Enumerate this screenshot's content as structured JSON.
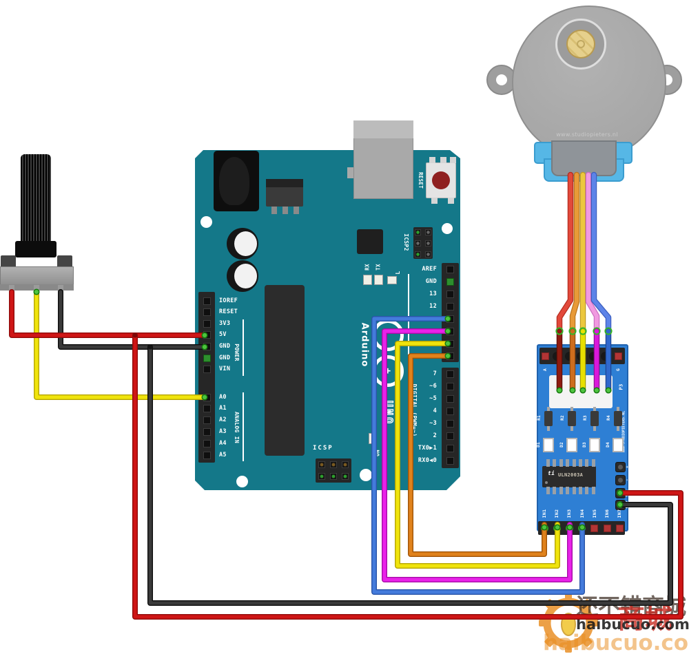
{
  "arduino": {
    "brand": "Arduino",
    "model": "UNO",
    "board_color": "#147889",
    "reset_button": "RESET",
    "icsp2": "ICSP2",
    "icsp": "ICSP",
    "on_led": "ON",
    "l_led": "L",
    "tx": "TX",
    "rx": "RX",
    "power_group": "POWER",
    "analog_group": "ANALOG IN",
    "digital_group": "DIGITAL (PWM=~)",
    "power_pins": [
      "IOREF",
      "RESET",
      "3V3",
      "5V",
      "GND",
      "GND",
      "VIN"
    ],
    "analog_pins": [
      "A0",
      "A1",
      "A2",
      "A3",
      "A4",
      "A5"
    ],
    "digital_top_pins": [
      "AREF",
      "GND",
      "13",
      "12"
    ],
    "digital_bottom_pins": [
      "7",
      "~6",
      "~5",
      "4",
      "~3",
      "2",
      "TX0▶1",
      "RX0◀0"
    ]
  },
  "driver": {
    "board_color": "#2e7fd4",
    "pin_a": "A",
    "pin_g": "G",
    "connector": "P3",
    "resistors": [
      "R1",
      "R2",
      "R3",
      "R4"
    ],
    "leds": [
      "D1",
      "D2",
      "D3",
      "D4"
    ],
    "ic_logo": "ti",
    "ic_label": "ULN2003A",
    "site": "WWW.STUDIOPIETERS.NL",
    "right_pins": [
      "+",
      "-",
      "VCC",
      "GND"
    ],
    "in_pins": [
      "IN1",
      "IN2",
      "IN3",
      "IN4",
      "IN5",
      "IN6",
      "IN7"
    ]
  },
  "motor": {
    "site": "www.studiopieters.nl"
  },
  "watermark": {
    "cn_text": "还不错商城",
    "cn_text2": "商城",
    "url": "haibucuo.com",
    "url_faint": "haibucuo.com"
  },
  "wires": [
    {
      "id": "pot-a0",
      "color": "yellow",
      "hex": "#f0e40c",
      "edge": "#b5a500",
      "from": "potentiometer-wiper",
      "to": "arduino-a0"
    },
    {
      "id": "pot-gnd",
      "color": "black",
      "hex": "#3a3a3a",
      "edge": "#0d0d0d",
      "from": "potentiometer-right-leg",
      "to": "arduino-gnd"
    },
    {
      "id": "gnd-gnd",
      "color": "black",
      "hex": "#3a3a3a",
      "edge": "#0d0d0d",
      "from": "arduino-gnd",
      "to": "driver-gnd"
    },
    {
      "id": "pot-5v",
      "color": "red",
      "hex": "#cf1616",
      "edge": "#8f0b0b",
      "from": "potentiometer-left-leg",
      "to": "arduino-5v"
    },
    {
      "id": "5v-vcc",
      "color": "red",
      "hex": "#cf1616",
      "edge": "#8f0b0b",
      "from": "arduino-5v",
      "to": "driver-vcc"
    },
    {
      "id": "d11-in4",
      "color": "blue",
      "hex": "#447bdc",
      "edge": "#2a55a8",
      "from": "arduino-11",
      "to": "driver-in4"
    },
    {
      "id": "d10-in3",
      "color": "magenta",
      "hex": "#e922e9",
      "edge": "#a70ca7",
      "from": "arduino-10",
      "to": "driver-in3"
    },
    {
      "id": "d9-in2",
      "color": "yellow",
      "hex": "#f0e40c",
      "edge": "#b5a500",
      "from": "arduino-9",
      "to": "driver-in2"
    },
    {
      "id": "d8-in1",
      "color": "orange",
      "hex": "#e0821c",
      "edge": "#a05408",
      "from": "arduino-8",
      "to": "driver-in1"
    },
    {
      "id": "motor-red",
      "color": "red",
      "hex": "#e2493b",
      "edge": "#b42b1e",
      "tail_hex": "#8e1b10",
      "tail_edge": "#5e0f08",
      "from": "motor",
      "to": "driver-p3-1"
    },
    {
      "id": "motor-orange",
      "color": "orange",
      "hex": "#e89a37",
      "edge": "#b8741f",
      "tail_hex": "#cd6d1d",
      "tail_edge": "#8f4a10",
      "from": "motor",
      "to": "driver-p3-2"
    },
    {
      "id": "motor-yellow",
      "color": "yellow",
      "hex": "#ecc83e",
      "edge": "#bf9c22",
      "tail_hex": "#e8e000",
      "tail_edge": "#a8a200",
      "from": "motor",
      "to": "driver-p3-3"
    },
    {
      "id": "motor-pink",
      "color": "pink",
      "hex": "#f09ae0",
      "edge": "#cc6ec2",
      "tail_hex": "#da18da",
      "tail_edge": "#930d93",
      "from": "motor",
      "to": "driver-p3-4"
    },
    {
      "id": "motor-blue",
      "color": "blue",
      "hex": "#5d84e8",
      "edge": "#3c5fc0",
      "tail_hex": "#3068cc",
      "tail_edge": "#1d4693",
      "from": "motor",
      "to": "driver-p3-5"
    }
  ]
}
